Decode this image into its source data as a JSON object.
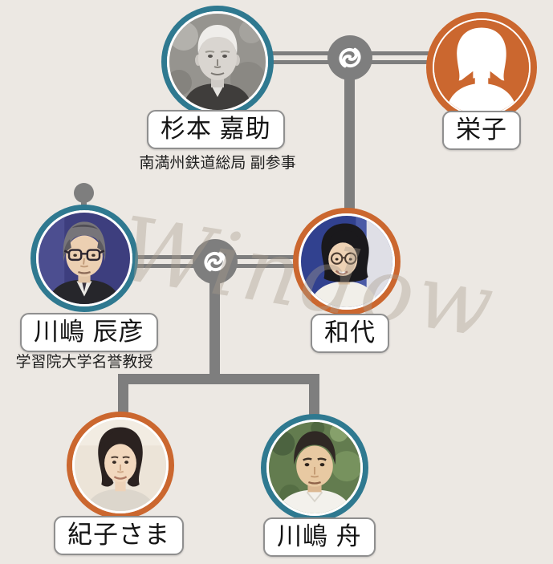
{
  "app": {
    "watermark": "Window",
    "background_color": "#ece8e3",
    "connector_color": "#7e7e7e"
  },
  "colors": {
    "male_ring_teal": "#2f7990",
    "female_ring_orange": "#cb672f",
    "label_border": "#8f8f8f",
    "label_background": "#ffffff",
    "label_text": "#141414"
  },
  "icons": {
    "marriage_node": "marriage-knot-icon",
    "ancestor_dot": "expand-ancestors-dot",
    "female_placeholder": "female-silhouette-icon"
  },
  "people": {
    "sugimoto": {
      "name": "杉本 嘉助",
      "subtitle": "南満州鉄道総局 副参事",
      "ring": "teal"
    },
    "eiko": {
      "name": "栄子",
      "ring": "orange",
      "portrait": "silhouette-placeholder"
    },
    "tatsuhiko": {
      "name": "川嶋 辰彦",
      "subtitle": "学習院大学名誉教授",
      "ring": "teal",
      "has_collapsed_ancestors": true
    },
    "kazuyo": {
      "name": "和代",
      "ring": "orange"
    },
    "kiko": {
      "name": "紀子さま",
      "ring": "orange"
    },
    "shu": {
      "name": "川嶋 舟",
      "ring": "teal"
    }
  },
  "relationships": {
    "couples": [
      {
        "partners": [
          "杉本 嘉助",
          "栄子"
        ],
        "children": [
          "和代"
        ]
      },
      {
        "partners": [
          "川嶋 辰彦",
          "和代"
        ],
        "children": [
          "紀子さま",
          "川嶋 舟"
        ]
      }
    ]
  }
}
